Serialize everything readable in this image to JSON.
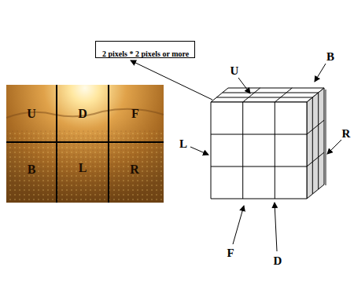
{
  "diagram": {
    "nodes": [
      {
        "text": [
          "2 pixels * 2 pixels or more"
        ]
      }
    ],
    "labels": [
      "U",
      "D",
      "F",
      "B",
      "L",
      "R",
      "U",
      "B",
      "L",
      "R",
      "F",
      "D"
    ]
  }
}
